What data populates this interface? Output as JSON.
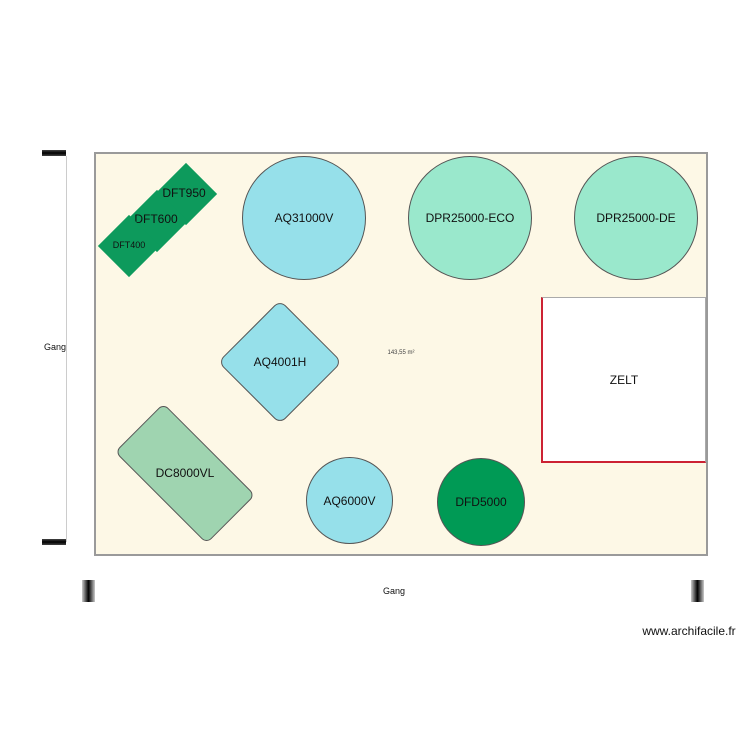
{
  "plan": {
    "area": "143,55 m²",
    "corridor_left": "Gang",
    "corridor_bottom": "Gang",
    "watermark": "www.archifacile.fr",
    "items": {
      "dft950": "DFT950",
      "dft600": "DFT600",
      "dft400": "DFT400",
      "aq31000v": "AQ31000V",
      "dpr_eco": "DPR25000-ECO",
      "dpr_de": "DPR25000-DE",
      "aq4001h": "AQ4001H",
      "zelt": "ZELT",
      "dc8000vl": "DC8000VL",
      "aq6000v": "AQ6000V",
      "dfd5000": "DFD5000"
    },
    "colors": {
      "room": "#fdf8e6",
      "cyan": "#96e0ea",
      "mint": "#9ae8cc",
      "green": "#0d9a5c",
      "dark_green": "#009a55",
      "sage": "#9fd4b0",
      "zelt_edge": "#cc2233"
    }
  }
}
